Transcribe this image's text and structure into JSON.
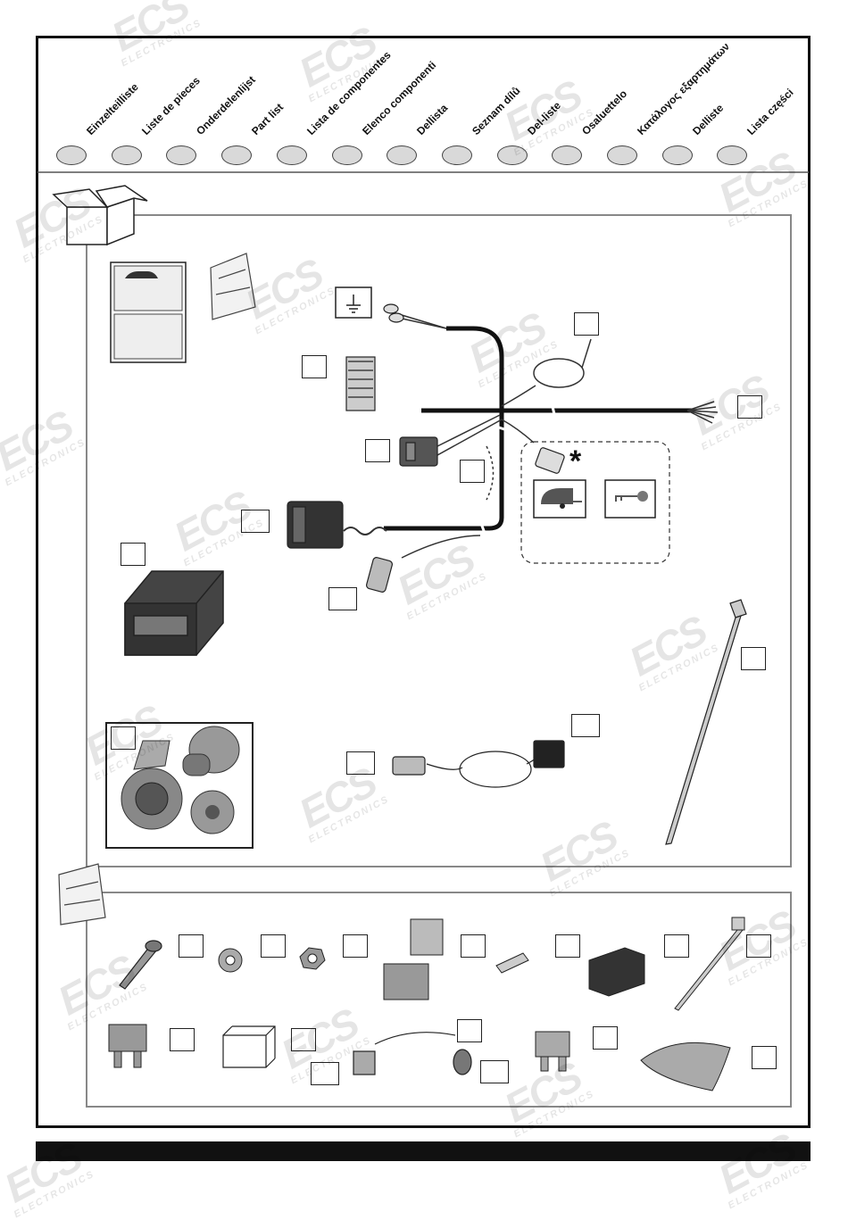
{
  "languages": [
    "Einzelteilliste",
    "Liste de pieces",
    "Onderdelenlijst",
    "Part list",
    "Lista de componentes",
    "Elenco componenti",
    "Dellista",
    "Seznam dílů",
    "Del-liste",
    "Osaluettelo",
    "Κατάλογος εξαρτημάτων",
    "Delliste",
    "Lista części"
  ],
  "watermark": {
    "logo": "ECS",
    "sub": "ELECTRONICS"
  },
  "optional_marker": "*",
  "colors": {
    "frame": "#111111",
    "circle_fill": "#d9d9d9",
    "panel_border": "#888888",
    "watermark": "#cccccc"
  },
  "icons": [
    "box-icon",
    "manual-icon",
    "bag-icon",
    "ground-icon",
    "connector-icon",
    "control-module-icon",
    "socket-icon",
    "cable-tie-icon",
    "screw-icon",
    "washer-icon",
    "nut-icon",
    "fuse-icon",
    "tape-icon",
    "trailer-icon",
    "key-icon"
  ]
}
